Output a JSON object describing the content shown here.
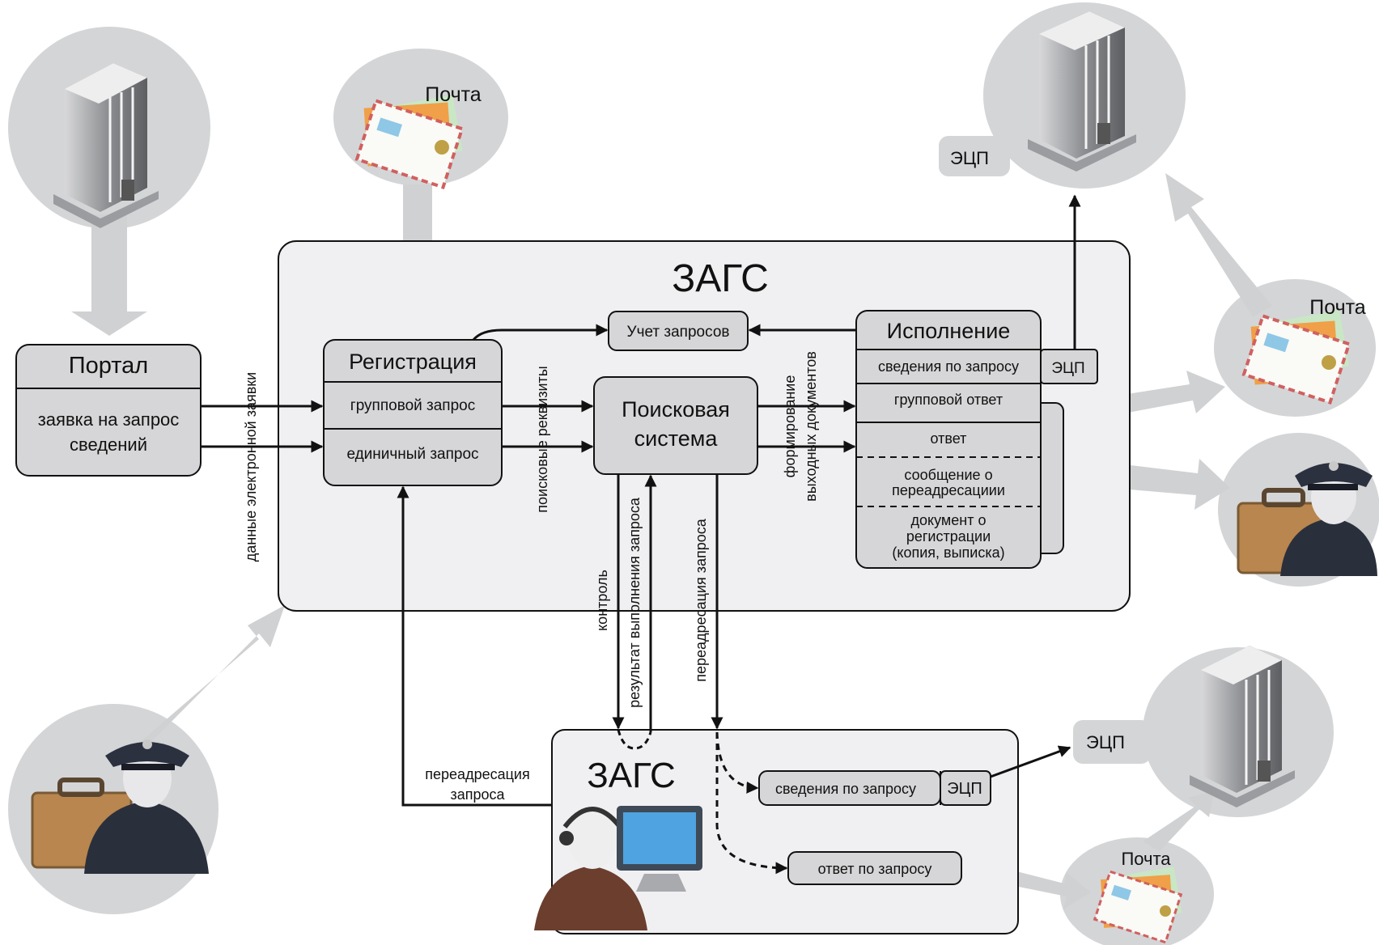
{
  "colors": {
    "circle": "#d4d5d7",
    "panel": "#f0f0f2",
    "box": "#d6d6d8",
    "arrow_gray": "#d0d1d3",
    "line": "#111111"
  },
  "main_org": {
    "title": "ЗАГС"
  },
  "sub_org": {
    "title": "ЗАГС"
  },
  "portal": {
    "title": "Портал",
    "body_line1": "заявка на запрос",
    "body_line2": "сведений"
  },
  "registration": {
    "title": "Регистрация",
    "row1": "групповой запрос",
    "row2": "единичный запрос"
  },
  "request_log": {
    "label": "Учет запросов"
  },
  "search_system": {
    "line1": "Поисковая",
    "line2": "система"
  },
  "execution": {
    "title": "Исполнение",
    "row1": "сведения по запросу",
    "row2": "групповой ответ",
    "row3": "ответ",
    "row4_line1": "сообщение о",
    "row4_line2": "переадресациии",
    "row5_line1": "документ о",
    "row5_line2": "регистрации",
    "row5_line3": "(копия, выписка)",
    "signature": "ЭЦП"
  },
  "edges": {
    "electronic_application": "данные электронной заявки",
    "search_details": "поисковые реквизиты",
    "output_docs_line1": "формирование",
    "output_docs_line2": "выходных документов",
    "control": "контроль",
    "execution_result": "результат выполнения запроса",
    "redirect_request": "переадресация запроса",
    "redirect_back_line1": "переадресация",
    "redirect_back_line2": "запроса"
  },
  "sub_boxes": {
    "info_by_request": "сведения по запросу",
    "info_signature": "ЭЦП",
    "answer_by_request": "ответ по запросу"
  },
  "actors": {
    "mail_top": "Почта",
    "mail_right": "Почта",
    "mail_bottom": "Почта",
    "esign_top_right": "ЭЦП",
    "esign_bottom_right": "ЭЦП"
  }
}
